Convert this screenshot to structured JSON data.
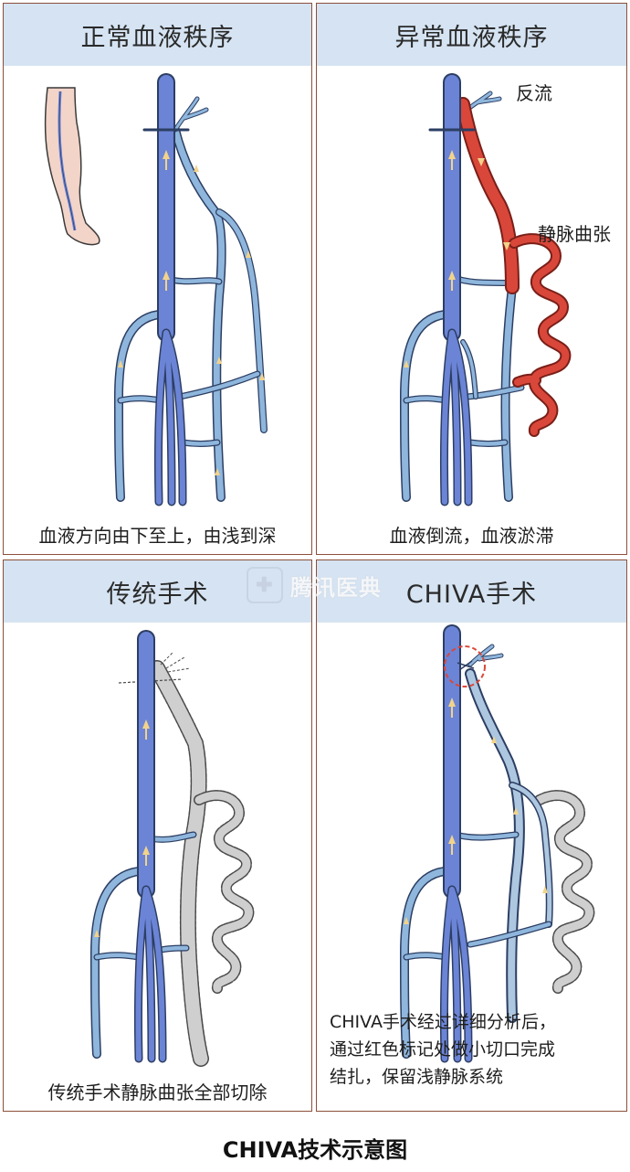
{
  "panels": {
    "normal": {
      "title": "正常血液秩序",
      "caption": "血液方向由下至上，由浅到深"
    },
    "abnormal": {
      "title": "异常血液秩序",
      "caption": "血液倒流，血液淤滞",
      "label_reflux": "反流",
      "label_varicose": "静脉曲张"
    },
    "traditional": {
      "title": "传统手术",
      "caption": "传统手术静脉曲张全部切除"
    },
    "chiva": {
      "title": "CHIVA手术",
      "caption_lines": [
        "CHIVA手术经过详细分析后，",
        "通过红色标记处做小切口完成",
        "结扎，保留浅静脉系统"
      ]
    }
  },
  "watermark": {
    "text": "腾讯医典",
    "icon": "plus-shield-icon"
  },
  "footer": {
    "title": "CHIVA技术示意图"
  },
  "colors": {
    "deep_vein": "#6b84d6",
    "superficial_vein": "#8fb6dc",
    "vein_outline": "#2c3e63",
    "reflux": "#d9473a",
    "flow_arrow": "#f2d38a",
    "removed_vein": "#cfcfcf",
    "header_bg": "#d5e3f2",
    "border": "#8c4f3a",
    "ligation_mark": "#d9473a"
  }
}
